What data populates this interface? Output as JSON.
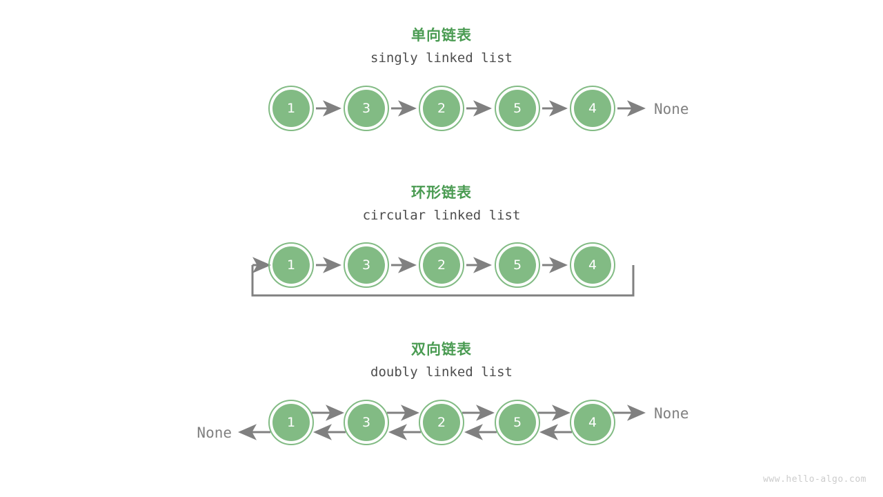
{
  "figure": {
    "background": "#ffffff",
    "watermark": "www.hello-algo.com",
    "colors": {
      "node_fill": "#82bb84",
      "node_ring": "#82bb84",
      "node_text": "#ffffff",
      "arrow": "#808080",
      "title_cn": "#4a9b52",
      "title_en": "#4d4d4d",
      "none_text": "#808080",
      "watermark": "#cccccc"
    }
  },
  "sections": [
    {
      "id": "singly",
      "title_cn": "单向链表",
      "title_en": "singly linked list",
      "nodes": [
        {
          "value": "1"
        },
        {
          "value": "3"
        },
        {
          "value": "2"
        },
        {
          "value": "5"
        },
        {
          "value": "4"
        }
      ],
      "tail_label": "None",
      "head_label": "",
      "has_loop_back": false,
      "bidirectional": false
    },
    {
      "id": "circular",
      "title_cn": "环形链表",
      "title_en": "circular linked list",
      "nodes": [
        {
          "value": "1"
        },
        {
          "value": "3"
        },
        {
          "value": "2"
        },
        {
          "value": "5"
        },
        {
          "value": "4"
        }
      ],
      "tail_label": "",
      "head_label": "",
      "has_loop_back": true,
      "bidirectional": false
    },
    {
      "id": "doubly",
      "title_cn": "双向链表",
      "title_en": "doubly linked list",
      "nodes": [
        {
          "value": "1"
        },
        {
          "value": "3"
        },
        {
          "value": "2"
        },
        {
          "value": "5"
        },
        {
          "value": "4"
        }
      ],
      "tail_label": "None",
      "head_label": "None",
      "has_loop_back": false,
      "bidirectional": true
    }
  ]
}
